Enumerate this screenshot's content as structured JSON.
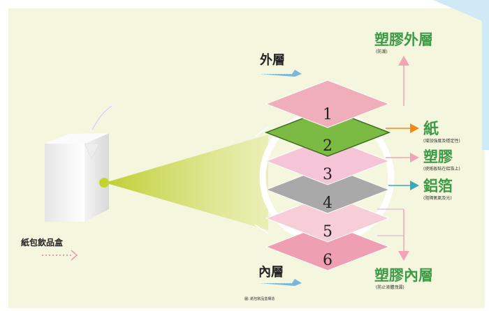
{
  "labels": {
    "outer_layer": "外層",
    "inner_layer": "內層",
    "carton": "紙包飲品盒",
    "caption": "圖: 紙包飲品盒構造"
  },
  "layers": [
    {
      "number": "1",
      "color": "#f0aebb"
    },
    {
      "number": "2",
      "color": "#7cbb43"
    },
    {
      "number": "3",
      "color": "#f5c4d6"
    },
    {
      "number": "4",
      "color": "#a9a9a9"
    },
    {
      "number": "5",
      "color": "#f7cdd8"
    },
    {
      "number": "6",
      "color": "#ee9fb2"
    }
  ],
  "callouts": {
    "plastic_outer": {
      "title": "塑膠外層",
      "note": "(防潮)"
    },
    "paper": {
      "title": "紙",
      "note": "(增加強度及穩定性)"
    },
    "plastic_mid": {
      "title": "塑膠",
      "note": "(使紙板粘在鋁箔上)"
    },
    "foil": {
      "title": "鋁箔",
      "note": "(阻隔氧氣及光)"
    },
    "plastic_inner": {
      "title": "塑膠內層",
      "note": "(防止液體洩漏)"
    }
  },
  "colors": {
    "panel_bg": "#f4f6de",
    "title_green": "#3d9a45",
    "arrow_pink": "#f2a3b6",
    "arrow_orange": "#f08a1c",
    "arrow_teal": "#38a9b6",
    "arrow_lavender": "#c8b0e0",
    "beam_green": "#c3d23a"
  }
}
